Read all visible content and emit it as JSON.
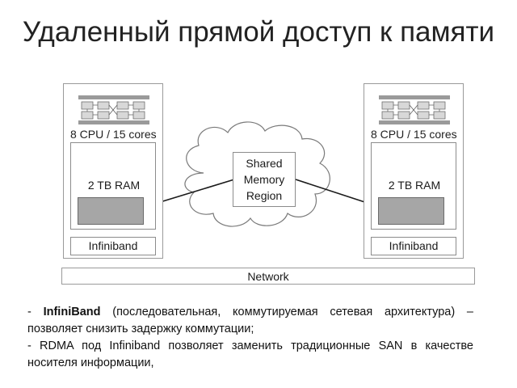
{
  "title": "Удаленный прямой доступ к памяти",
  "left_server": {
    "cpu_label": "8 CPU / 15 cores",
    "ram_label": "2 TB RAM",
    "infiniband_label": "Infiniband"
  },
  "right_server": {
    "cpu_label": "8 CPU / 15 cores",
    "ram_label": "2 TB RAM",
    "infiniband_label": "Infiniband"
  },
  "cloud": {
    "lines": [
      "Shared",
      "Memory",
      "Region"
    ]
  },
  "network_label": "Network",
  "description": {
    "item1_dash": "-",
    "item1_bold": "InfiniBand",
    "item1_text": "(последовательная, коммутируемая сетевая архитектура) – позволяет снизить задержку коммутации;",
    "item2_text": "- RDMA под Infiniband позволяет заменить традиционные SAN в качестве носителя информации,"
  }
}
